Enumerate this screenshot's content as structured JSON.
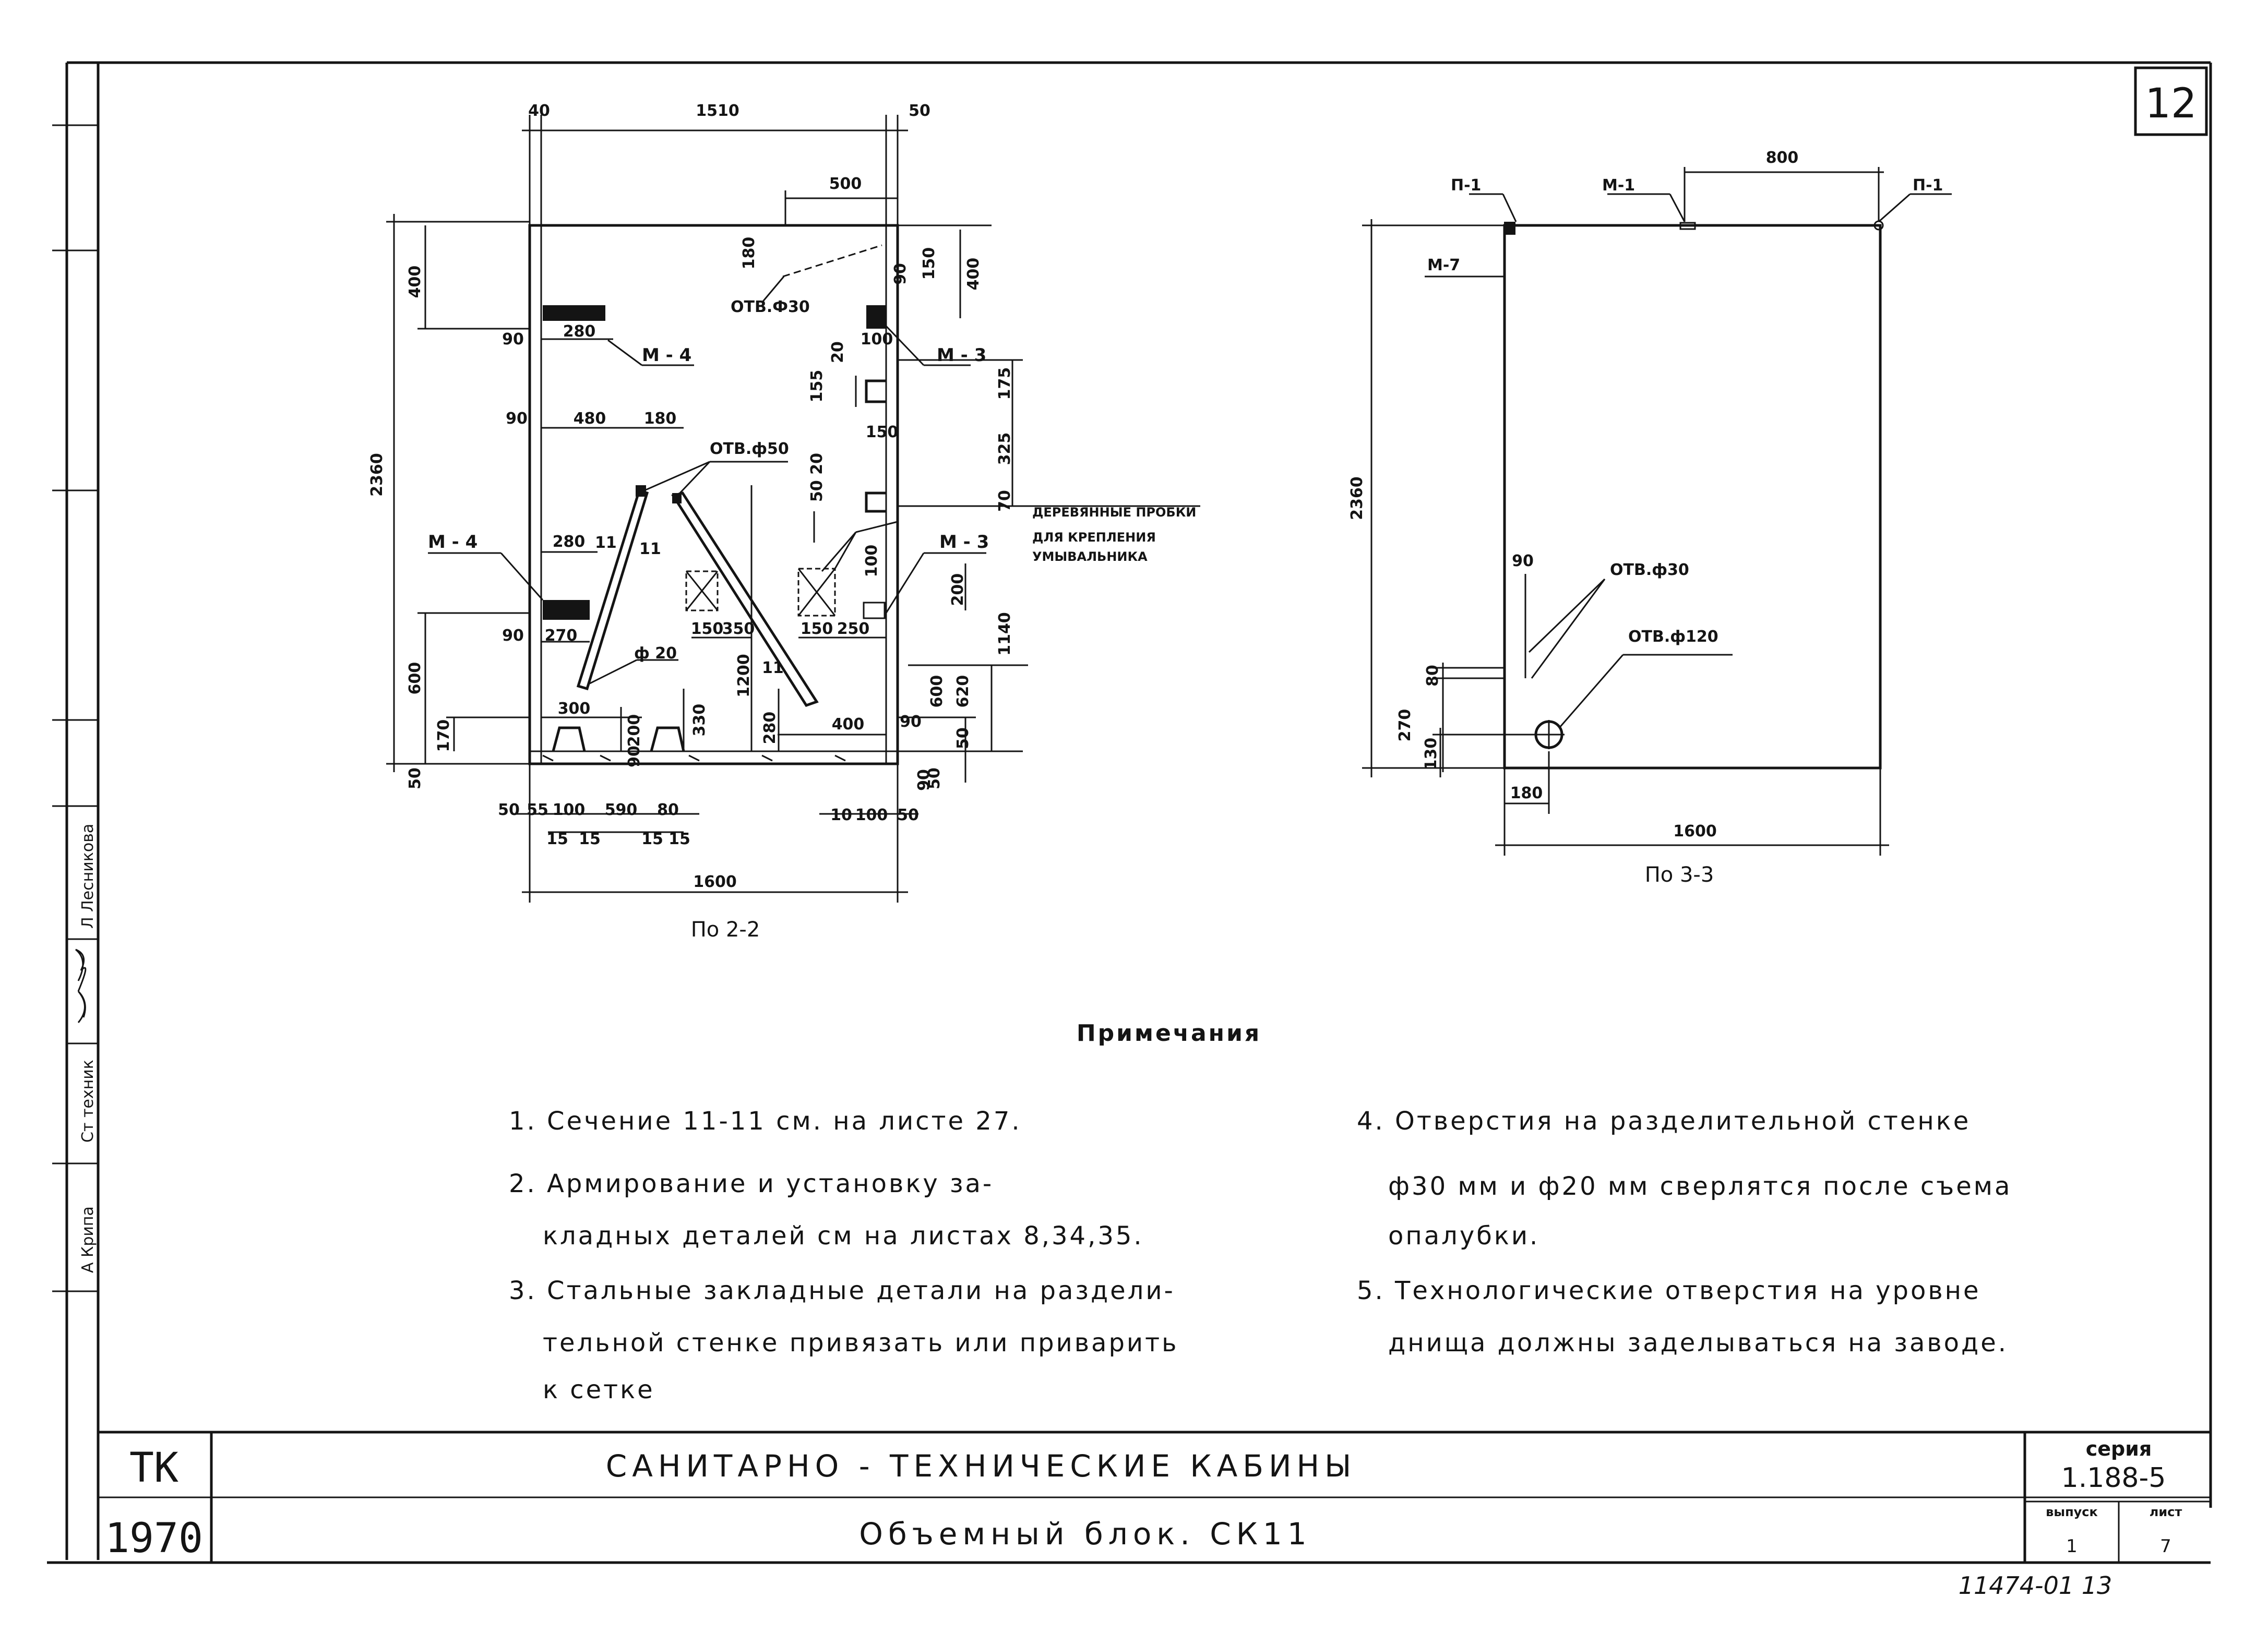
{
  "sheet_corner_number": "12",
  "plan_left": {
    "caption": "По 2-2",
    "dims": {
      "top_40": "40",
      "top_1510": "1510",
      "top_50": "50",
      "top_500": "500",
      "left_400": "400",
      "left_2360": "2360",
      "left_600": "600",
      "left_170": "170",
      "left_50": "50",
      "h_280a": "280",
      "h_90a": "90",
      "h_90b": "90",
      "h_480": "480",
      "h_180": "180",
      "h_280b": "280",
      "h_90c": "90",
      "h_270": "270",
      "h_300": "300",
      "h_200": "200",
      "h_330": "330",
      "h_1200": "1200",
      "h_280c": "280",
      "h_400": "400",
      "h_90d": "90",
      "v_180": "180",
      "v_90": "90",
      "v_150": "150",
      "v_400": "400",
      "v_100a": "100",
      "v_20": "20",
      "v_155": "155",
      "v_175": "175",
      "v_150b": "150",
      "v_325": "325",
      "v_5020": "50 20",
      "v_70": "70",
      "v_100b": "100",
      "v_200": "200",
      "v_1140": "1140",
      "v_150c": "150",
      "v_350": "350",
      "v_150d": "150",
      "v_250": "250",
      "v_600": "600",
      "v_620": "620",
      "v_50r": "50",
      "v_50r2": "50",
      "v_90e": "90",
      "v_90f": "90",
      "b_50": "50",
      "b_55": "55",
      "b_100": "100",
      "b_590": "590",
      "b_80": "80",
      "b_15a": "15",
      "b_15b": "15",
      "b_15c": "15",
      "b_15d": "15",
      "b_10": "10",
      "b_100r": "100",
      "b_50r": "50",
      "b_1600": "1600"
    },
    "labels": {
      "m4_top": "М - 4",
      "m3_top": "М - 3",
      "m4_left": "М - 4",
      "m3_mid": "М - 3",
      "otv30": "ОТВ.Ф30",
      "otv50": "ОТВ.ф50",
      "d20": "ф 20",
      "sec11a": "11",
      "sec11b": "11",
      "sec11c": "11",
      "wood_1": "ДЕРЕВЯННЫЕ ПРОБКИ",
      "wood_2": "ДЛЯ КРЕПЛЕНИЯ",
      "wood_3": "УМЫВАЛЬНИКА"
    }
  },
  "plan_right": {
    "caption": "По 3-3",
    "dims": {
      "d_800": "800",
      "d_2360": "2360",
      "d_90": "90",
      "d_80": "80",
      "d_270": "270",
      "d_130": "130",
      "d_180": "180",
      "d_1600": "1600"
    },
    "labels": {
      "p1a": "П-1",
      "m1": "М-1",
      "p1b": "П-1",
      "m7": "М-7",
      "otv30": "ОТВ.ф30",
      "otv120": "ОТВ.ф120"
    }
  },
  "notes": {
    "heading": "Примечания",
    "n1": "1. Сечение 11-11 см. на листе 27.",
    "n2a": "2. Армирование и установку за-",
    "n2b": "кладных деталей см на листах 8,34,35.",
    "n3a": "3. Стальные закладные детали на раздели-",
    "n3b": "тельной стенке привязать или приварить",
    "n3c": "к сетке",
    "n4a": "4. Отверстия на разделительной стенке",
    "n4b": "ф30 мм и ф20 мм сверлятся после съема",
    "n4c": "опалубки.",
    "n5a": "5. Технологические отверстия на уровне",
    "n5b": "днища должны заделываться на заводе."
  },
  "title_block": {
    "code": "ТК",
    "year": "1970",
    "title": "САНИТАРНО - ТЕХНИЧЕСКИЕ КАБИНЫ",
    "subtitle": "Объемный блок. СК11",
    "series_label": "серия",
    "series_value": "1.188-5",
    "issue_label": "выпуск",
    "issue_value": "1",
    "sheet_label": "лист",
    "sheet_value": "7",
    "stamp": "11474-01 13"
  },
  "side_stamp": {
    "col1": "А Крипа",
    "col2": "Ст техник",
    "col3": "Л Лесникова"
  }
}
